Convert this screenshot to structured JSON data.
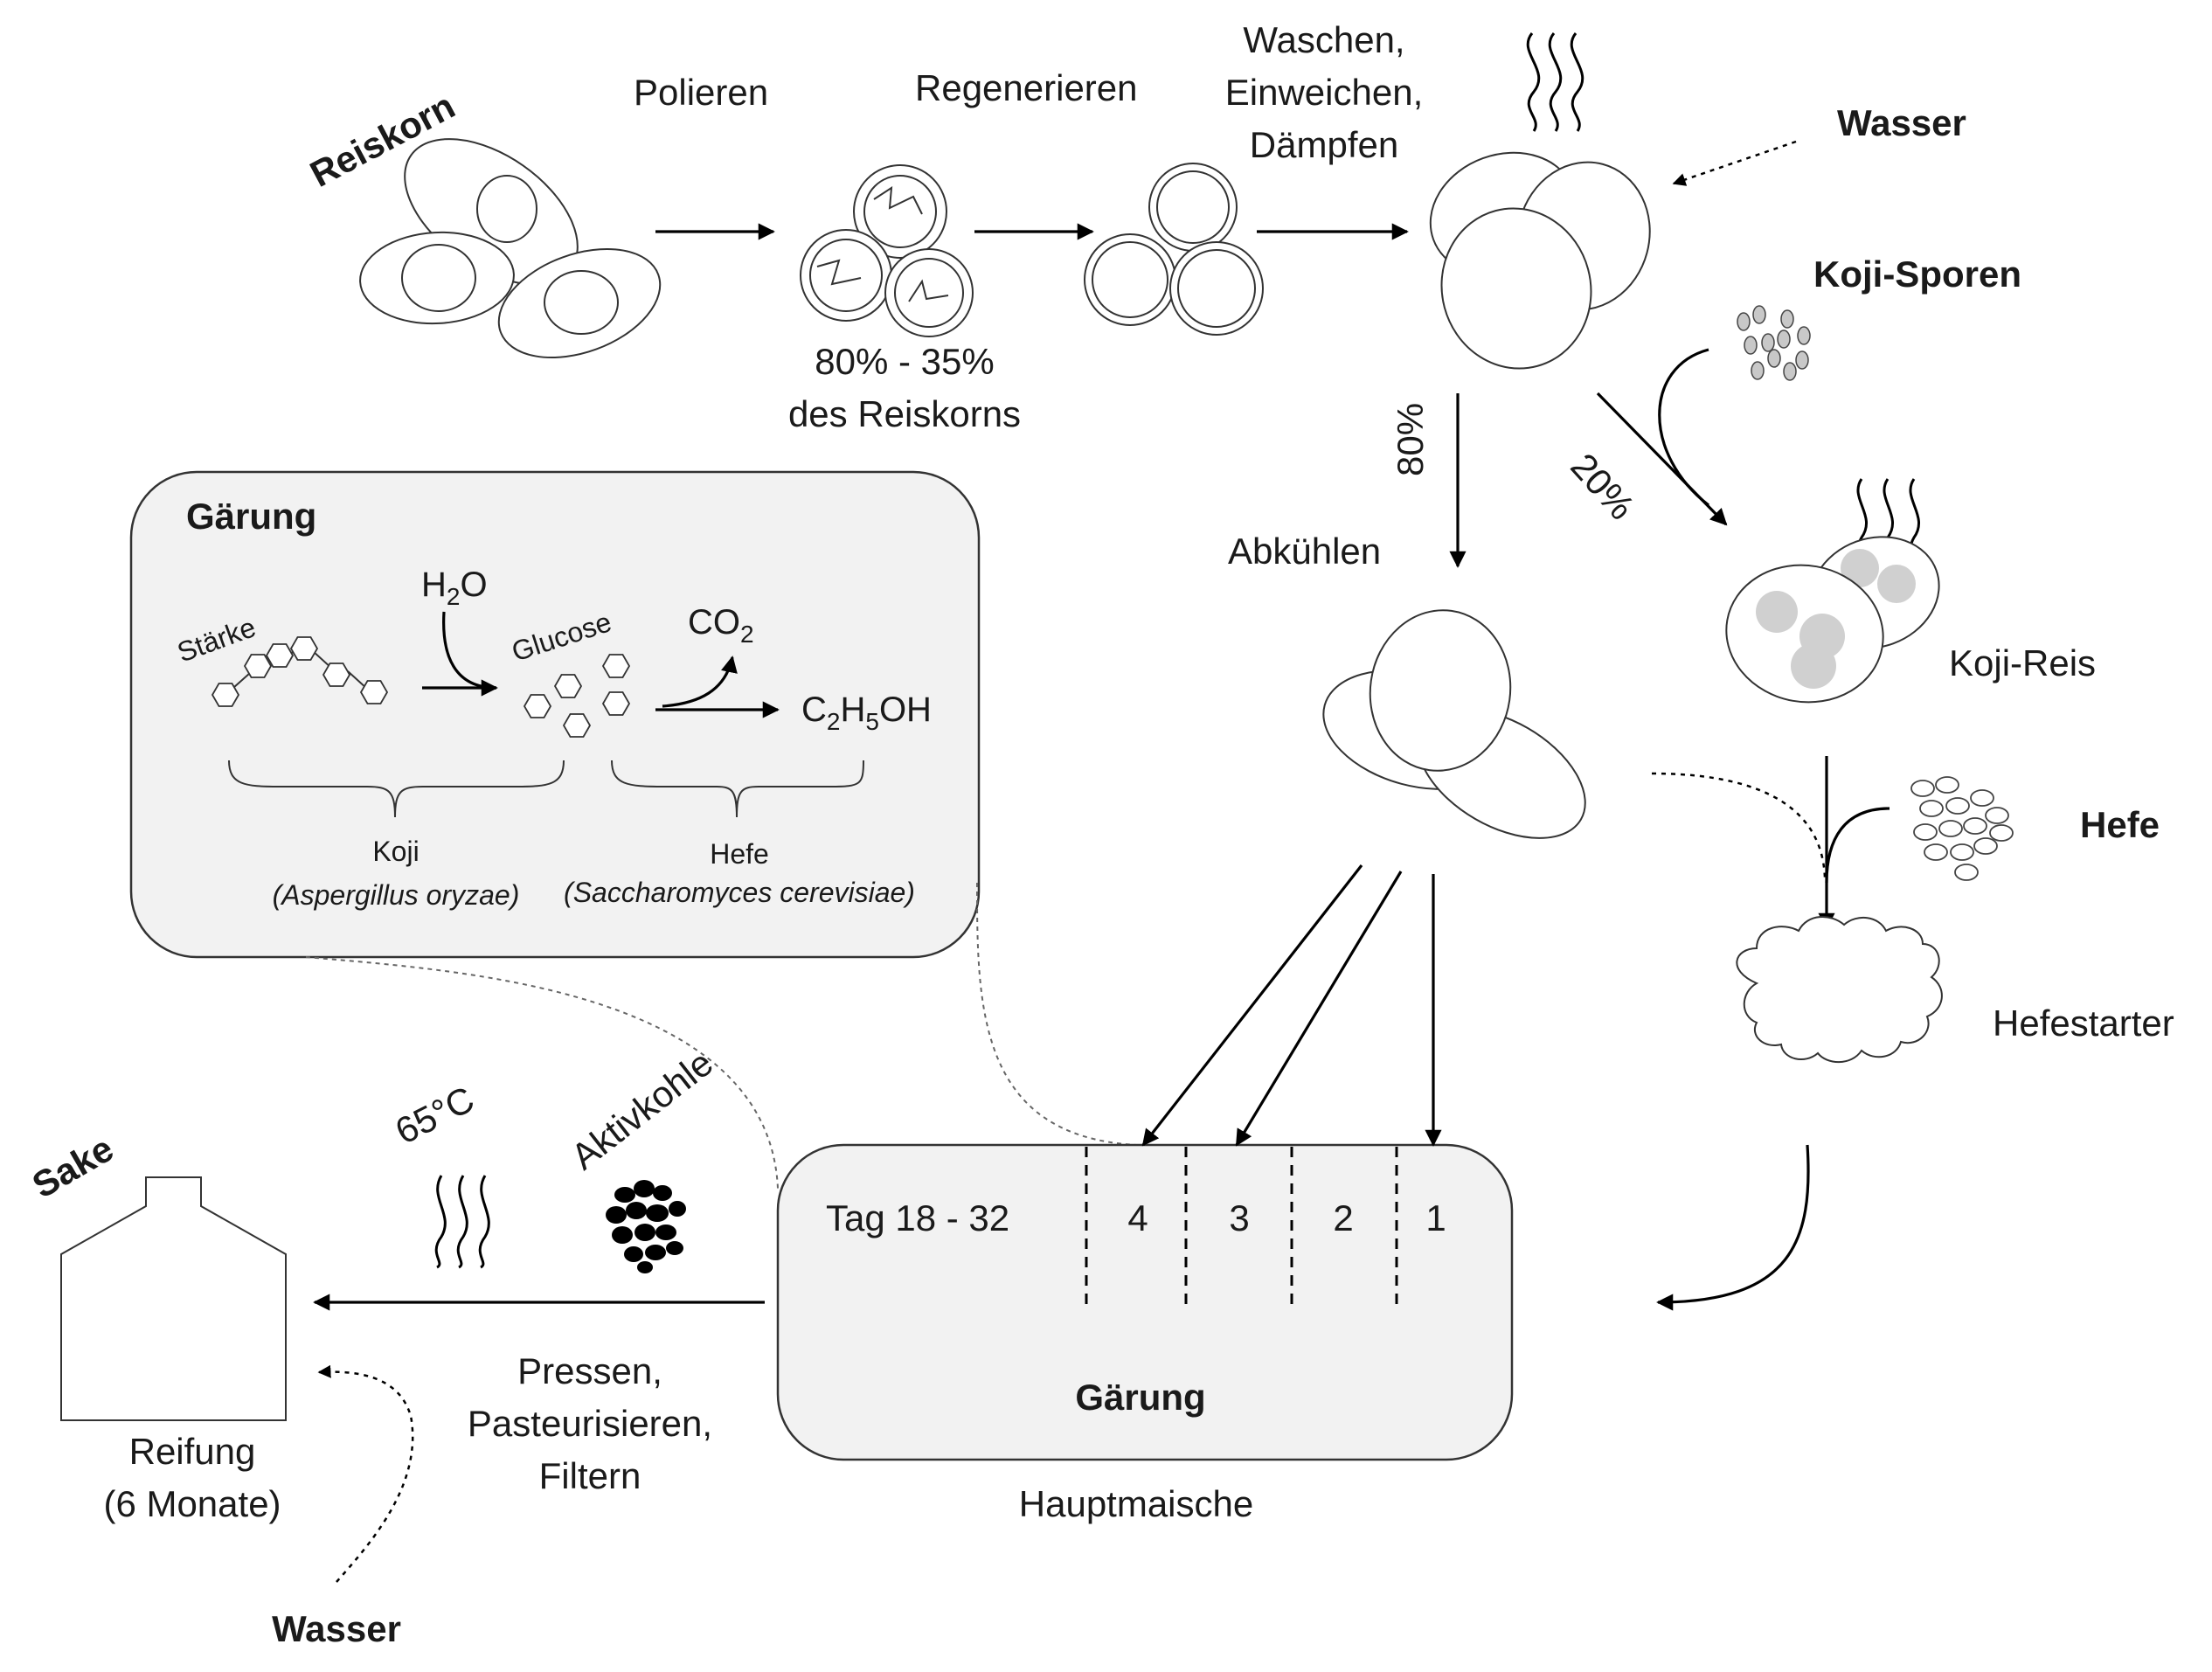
{
  "labels": {
    "reiskorn": "Reiskorn",
    "polieren": "Polieren",
    "regenerieren": "Regenerieren",
    "waschen": [
      "Waschen,",
      "Einweichen,",
      "Dämpfen"
    ],
    "wasser_top": "Wasser",
    "koji_sporen": "Koji-Sporen",
    "polish_pct": [
      "80% - 35%",
      "des Reiskorns"
    ],
    "pct80": "80%",
    "pct20": "20%",
    "abkuehlen": "Abkühlen",
    "koji_reis": "Koji-Reis",
    "hefe": "Hefe",
    "hefestarter": "Hefestarter",
    "sake": "Sake",
    "celsius": "65°C",
    "aktivkohle": "Aktivkohle",
    "pressen": [
      "Pressen,",
      "Pasteurisieren,",
      "Filtern"
    ],
    "reifung": [
      "Reifung",
      "(6 Monate)"
    ],
    "wasser_bottom": "Wasser",
    "hauptmaische": "Hauptmaische"
  },
  "main_mash": {
    "day_range": "Tag 18 - 32",
    "stage_numbers": [
      "4",
      "3",
      "2",
      "1"
    ],
    "title": "Gärung"
  },
  "fermentation_panel": {
    "title": "Gärung",
    "starch": "Stärke",
    "glucose": "Glucose",
    "water": {
      "base": "H",
      "sub": "2",
      "tail": "O"
    },
    "co2": {
      "base": "CO",
      "sub": "2"
    },
    "ethanol": {
      "p1": "C",
      "s1": "2",
      "p2": "H",
      "s2": "5",
      "p3": "OH"
    },
    "koji": "Koji",
    "koji_species": "(Aspergillus oryzae)",
    "hefe": "Hefe",
    "hefe_species": "(Saccharomyces cerevisiae)"
  }
}
